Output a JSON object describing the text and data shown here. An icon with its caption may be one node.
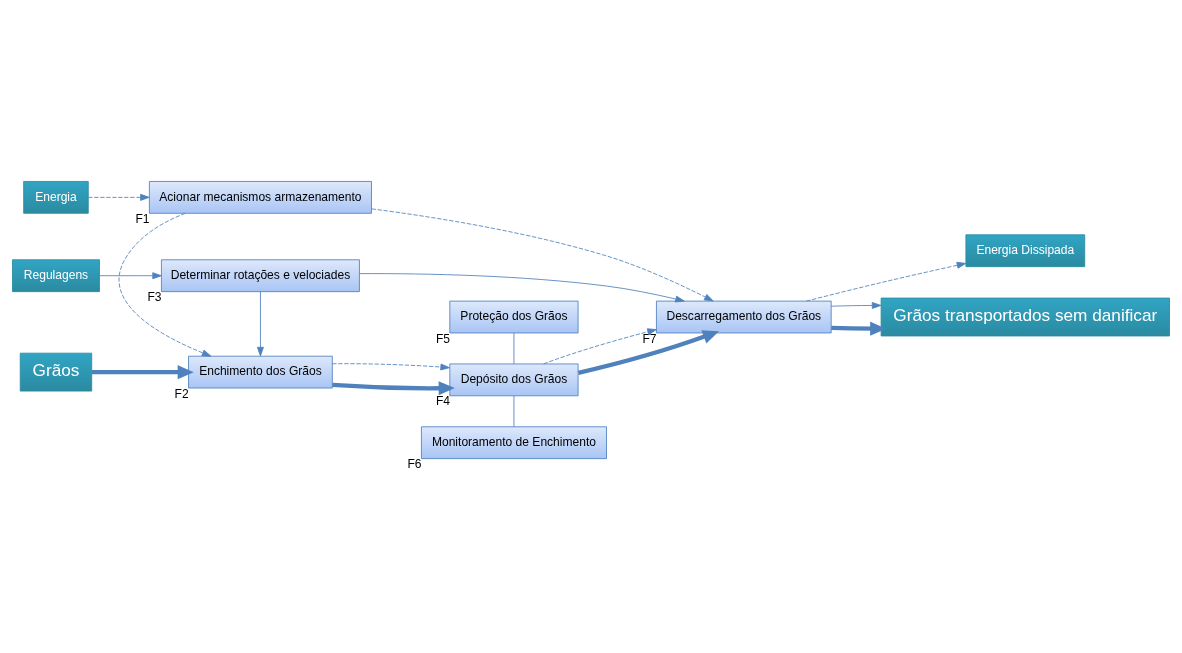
{
  "diagram": {
    "nodes": [
      {
        "text": [
          "Energia"
        ]
      },
      {
        "text": [
          "Acionar mecanismos armazenamento"
        ],
        "beside": [
          "F1"
        ]
      },
      {
        "text": [
          "Grãos"
        ]
      },
      {
        "text": [
          "Enchimento dos Grãos"
        ],
        "beside": [
          "F2"
        ]
      },
      {
        "text": [
          "Proteção dos Grãos"
        ],
        "beside": [
          "F5"
        ]
      },
      {
        "text": [
          "Depósito dos Grãos"
        ],
        "beside": [
          "F4"
        ]
      },
      {
        "text": [
          "Monitoramento de Enchimento"
        ],
        "beside": [
          "F6"
        ]
      },
      {
        "text": [
          "Regulagens"
        ]
      },
      {
        "text": [
          "Determinar rotações e velociades"
        ],
        "beside": [
          "F3"
        ]
      },
      {
        "text": [
          "Descarregamento dos Grãos"
        ],
        "beside": [
          "F7"
        ]
      },
      {
        "text": [
          "Energia Dissipada"
        ]
      },
      {
        "text": [
          "Grãos transportados sem danificar"
        ]
      }
    ],
    "edges": [
      {
        "from": 0,
        "to": 1,
        "arrow": "to",
        "style": "dashed"
      },
      {
        "from": 1,
        "to": 3,
        "arrow": "to",
        "style": "dashed"
      },
      {
        "from": 1,
        "to": 9,
        "arrow": "to",
        "style": "dashed"
      },
      {
        "from": 2,
        "to": 3,
        "arrow": "to",
        "style": "thick"
      },
      {
        "from": 3,
        "to": 5,
        "arrow": "to",
        "style": "thick"
      },
      {
        "from": 3,
        "to": 5,
        "arrow": "to",
        "style": "dashed"
      },
      {
        "from": 4,
        "to": 5,
        "arrow": "none"
      },
      {
        "from": 5,
        "to": 6,
        "arrow": "none"
      },
      {
        "from": 5,
        "to": 9,
        "arrow": "to",
        "style": "thick"
      },
      {
        "from": 5,
        "to": 9,
        "arrow": "to",
        "style": "dashed"
      },
      {
        "from": 9,
        "to": 10,
        "arrow": "to",
        "style": "dashed"
      },
      {
        "from": 9,
        "to": 11,
        "arrow": "to",
        "style": "thick"
      },
      {
        "from": 9,
        "to": 11,
        "arrow": "to"
      },
      {
        "from": 7,
        "to": 8,
        "arrow": "to"
      },
      {
        "from": 8,
        "to": 3,
        "arrow": "to"
      },
      {
        "from": 8,
        "to": 9,
        "arrow": "to"
      }
    ]
  }
}
